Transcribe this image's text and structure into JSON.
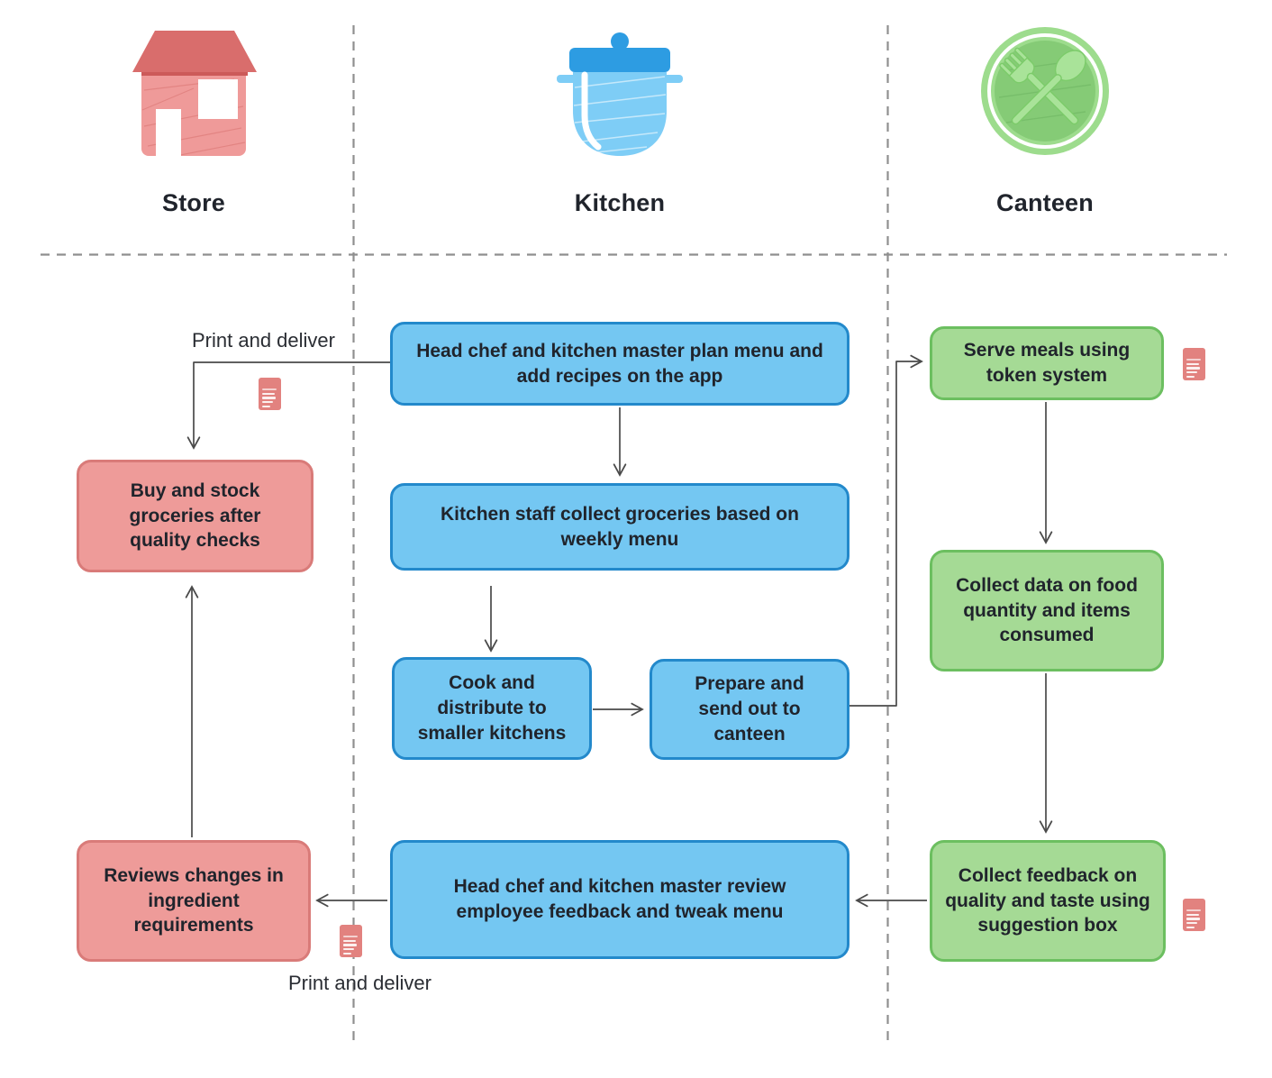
{
  "lanes": [
    {
      "id": "store",
      "label": "Store"
    },
    {
      "id": "kitchen",
      "label": "Kitchen"
    },
    {
      "id": "canteen",
      "label": "Canteen"
    }
  ],
  "nodes": [
    {
      "id": "plan-menu",
      "lane": "kitchen",
      "color": "blue",
      "text": "Head chef and kitchen master plan menu and add recipes on the app"
    },
    {
      "id": "collect-groceries",
      "lane": "kitchen",
      "color": "blue",
      "text": "Kitchen staff collect groceries based on weekly menu"
    },
    {
      "id": "cook-distribute",
      "lane": "kitchen",
      "color": "blue",
      "text": "Cook and distribute to smaller kitchens"
    },
    {
      "id": "prepare-send",
      "lane": "kitchen",
      "color": "blue",
      "text": "Prepare and send out to canteen"
    },
    {
      "id": "review-feedback",
      "lane": "kitchen",
      "color": "blue",
      "text": "Head chef and kitchen master review employee feedback and tweak menu"
    },
    {
      "id": "serve-meals",
      "lane": "canteen",
      "color": "green",
      "text": "Serve meals using token system"
    },
    {
      "id": "collect-data",
      "lane": "canteen",
      "color": "green",
      "text": "Collect data on food quantity and items consumed"
    },
    {
      "id": "collect-feedback",
      "lane": "canteen",
      "color": "green",
      "text": "Collect feedback on quality and taste using suggestion box"
    },
    {
      "id": "buy-stock",
      "lane": "store",
      "color": "red",
      "text": "Buy and stock groceries after quality checks"
    },
    {
      "id": "reviews-changes",
      "lane": "store",
      "color": "red",
      "text": "Reviews changes in ingredient requirements"
    }
  ],
  "annotations": {
    "print_deliver_top": "Print and deliver",
    "print_deliver_bottom": "Print and deliver"
  },
  "icons": [
    {
      "name": "house-icon",
      "lane": "Store"
    },
    {
      "name": "cooking-pot-icon",
      "lane": "Kitchen"
    },
    {
      "name": "plate-fork-spoon-icon",
      "lane": "Canteen"
    },
    {
      "name": "document-icon",
      "count": 4
    }
  ],
  "colors": {
    "blue_fill": "#74c7f2",
    "blue_border": "#2389cb",
    "green_fill": "#a5da95",
    "green_border": "#6cbf60",
    "red_fill": "#ee9b99",
    "red_border": "#d97b79",
    "doc_icon": "#e2827f",
    "arrow": "#4a4a4a",
    "lane_line": "#8f8f8f",
    "text": "#20242c"
  }
}
